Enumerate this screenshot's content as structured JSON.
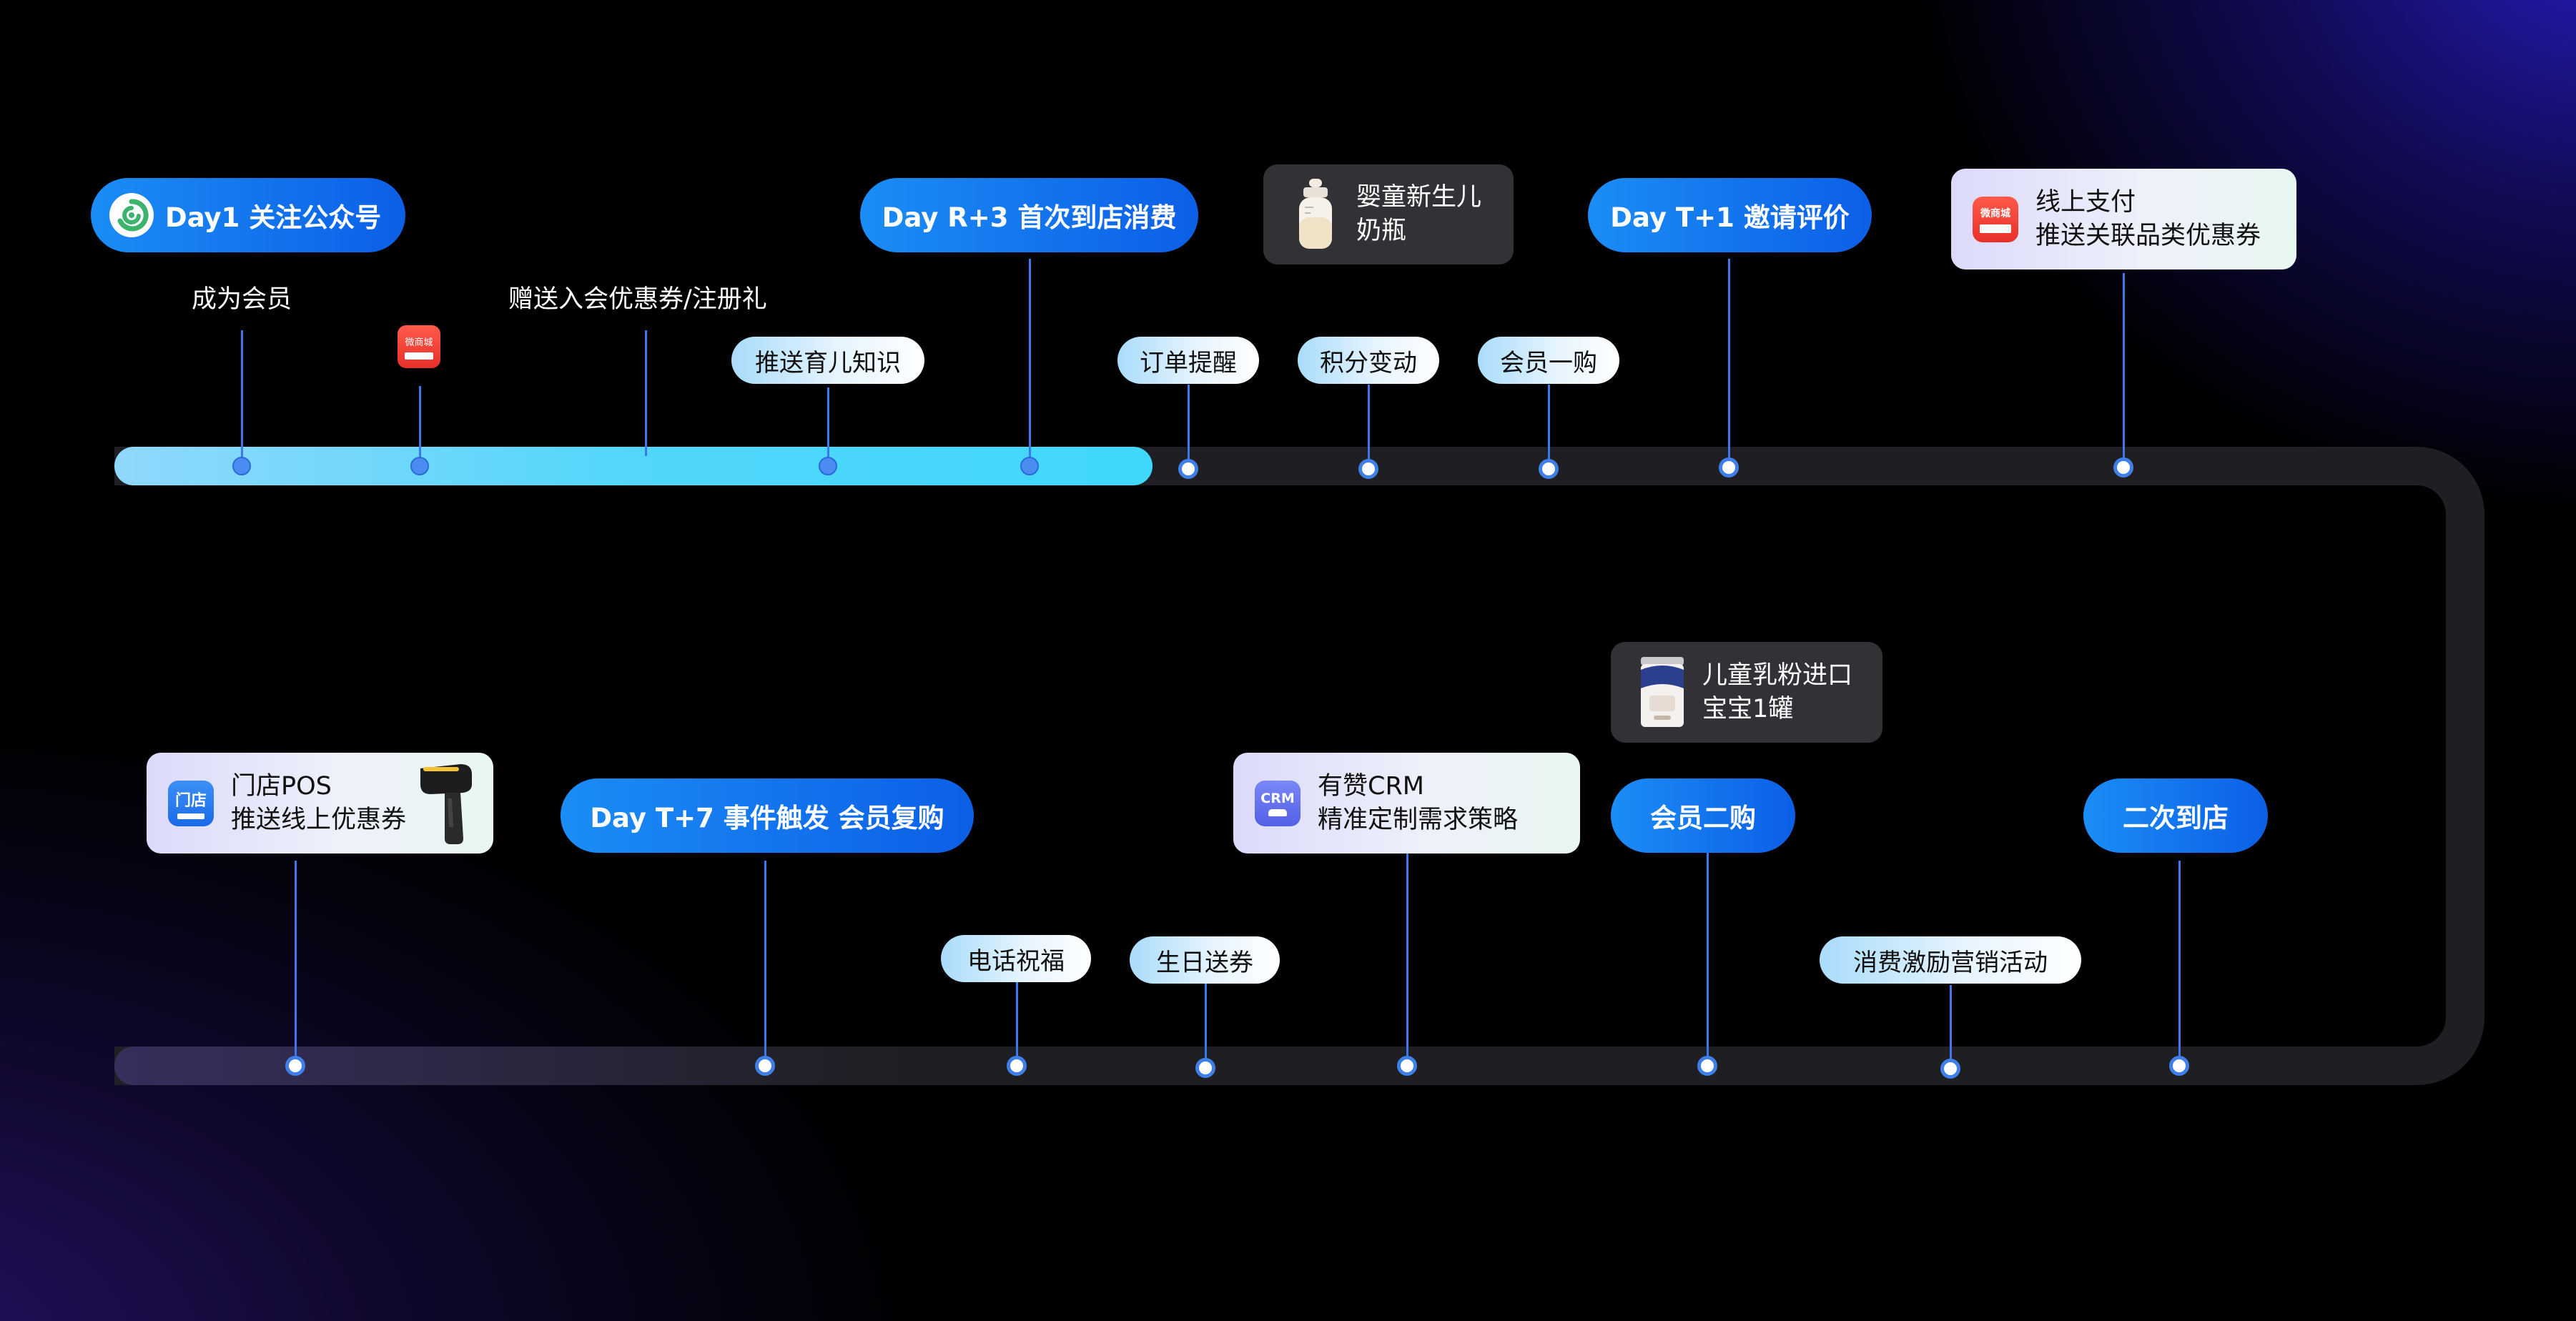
{
  "stages": {
    "day1": "Day1 关注公众号",
    "day_r3": "Day R+3 首次到店消费",
    "day_t1": "Day T+1 邀请评价",
    "day_t7": "Day T+7 事件触发 会员复购"
  },
  "events_top": {
    "become_member": "成为会员",
    "gift_coupon": "赠送入会优惠券/注册礼",
    "push_knowledge": "推送育儿知识",
    "order_reminder": "订单提醒",
    "points_change": "积分变动",
    "member_first_purchase": "会员一购"
  },
  "events_bottom": {
    "phone_greeting": "电话祝福",
    "birthday_coupon": "生日送券",
    "member_second_purchase": "会员二购",
    "consumption_incentive": "消费激励营销活动",
    "second_visit": "二次到店"
  },
  "cards": {
    "product_bottle": [
      "婴童新生儿",
      "奶瓶"
    ],
    "online_pay": [
      "线上支付",
      "推送关联品类优惠券"
    ],
    "product_milk": [
      "儿童乳粉进口",
      "宝宝1罐"
    ],
    "store_pos": [
      "门店POS",
      "推送线上优惠券"
    ],
    "crm": [
      "有赞CRM",
      "精准定制需求策略"
    ]
  },
  "badges": {
    "weishangcheng": "微商城",
    "store": "门店",
    "crm": "CRM"
  },
  "icons": {
    "wechat": "wechat-icon",
    "mall": "mall-app-icon",
    "store": "store-app-icon",
    "crm": "crm-app-icon",
    "bottle": "baby-bottle-icon",
    "milk_can": "milk-powder-can-icon",
    "scanner": "barcode-scanner-icon"
  },
  "colors": {
    "stage_pill": "#0c5fe6",
    "progress_track": "#52d6fb",
    "connector": "#3b78ee",
    "event_pill": "#a9dcfb",
    "badge_red": "#e8302a"
  }
}
